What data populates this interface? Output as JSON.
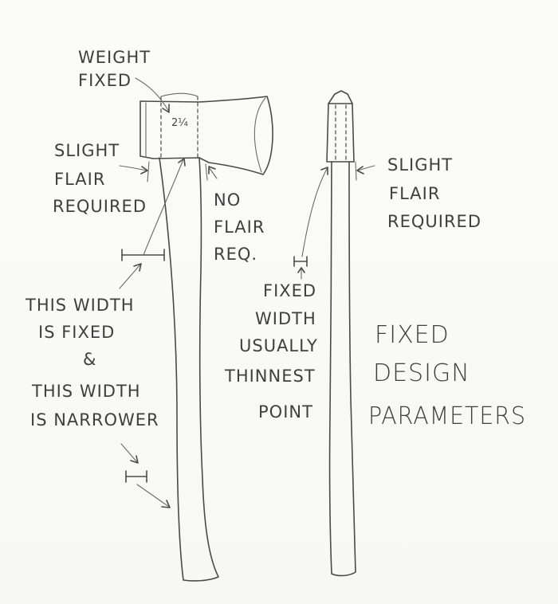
{
  "labels": {
    "weight_fixed": [
      "WEIGHT",
      "FIXED"
    ],
    "head_mark": "2¼",
    "flair_left": [
      "SLIGHT",
      "FLAIR",
      "REQUIRED"
    ],
    "no_flair": [
      "NO",
      "FLAIR",
      "REQ."
    ],
    "flair_right": [
      "SLIGHT",
      "FLAIR",
      "REQUIRED"
    ],
    "width_note": [
      "THIS WIDTH",
      "IS FIXED",
      "&",
      "THIS WIDTH",
      "IS NARROWER"
    ],
    "fixed_width": [
      "FIXED",
      "WIDTH",
      "USUALLY",
      "THINNEST",
      "POINT"
    ],
    "title": [
      "FIXED",
      "DESIGN",
      "PARAMETERS"
    ]
  }
}
